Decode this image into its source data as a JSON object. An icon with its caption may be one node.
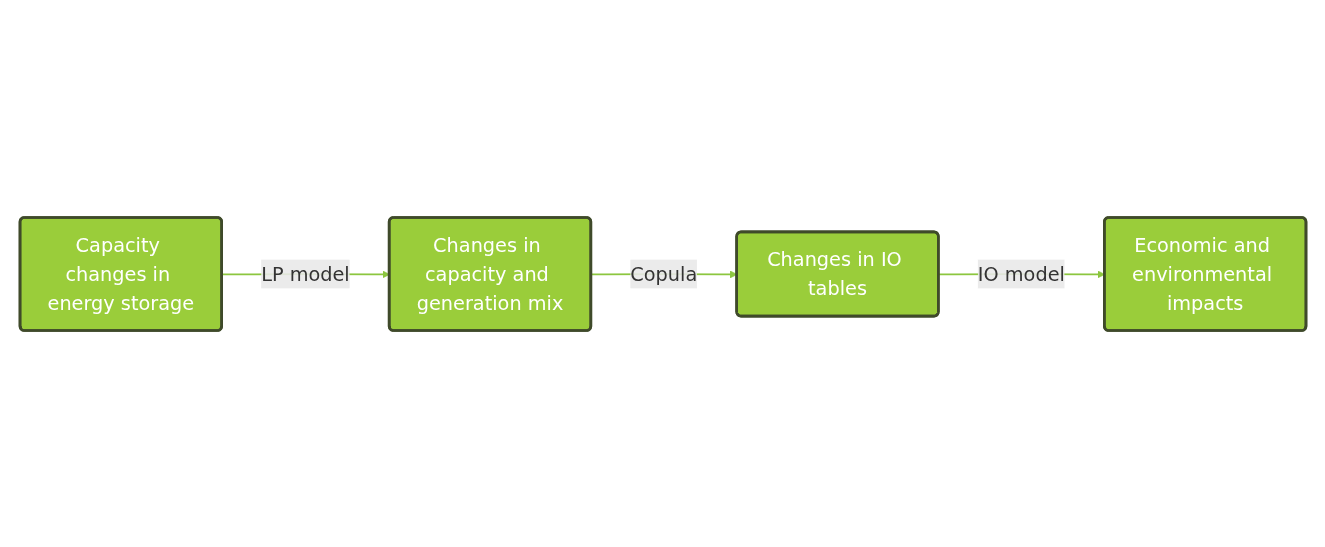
{
  "diagram": {
    "nodes": [
      {
        "text": [
          "Capacity changes in energy storage"
        ]
      },
      {
        "text": [
          "Changes in capacity and generation mix"
        ]
      },
      {
        "text": [
          "Economic and environmental impacts"
        ]
      },
      {
        "text": [
          "Changes in IO tables"
        ]
      }
    ],
    "edges": [
      {
        "from": 0,
        "to": 1,
        "arrow": "to",
        "label": "LP model"
      },
      {
        "from": 1,
        "to": 3,
        "arrow": "to",
        "label": "Copula"
      },
      {
        "from": 3,
        "to": 2,
        "arrow": "to",
        "label": "IO model"
      }
    ]
  }
}
